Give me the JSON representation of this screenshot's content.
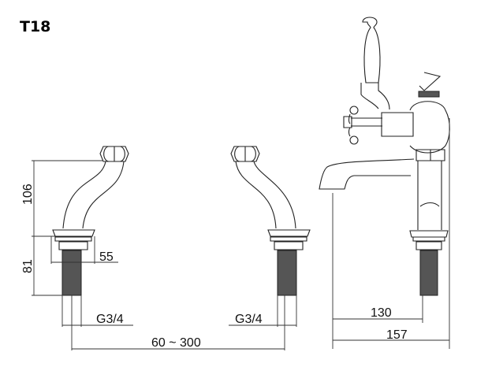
{
  "title": "T18",
  "dimensions": {
    "left_height_upper": "106",
    "left_height_lower": "81",
    "flange_width": "55",
    "left_thread": "G3/4",
    "right_thread": "G3/4",
    "center_distance": "60 ~ 300",
    "spout_reach": "130",
    "overall_depth": "157"
  }
}
